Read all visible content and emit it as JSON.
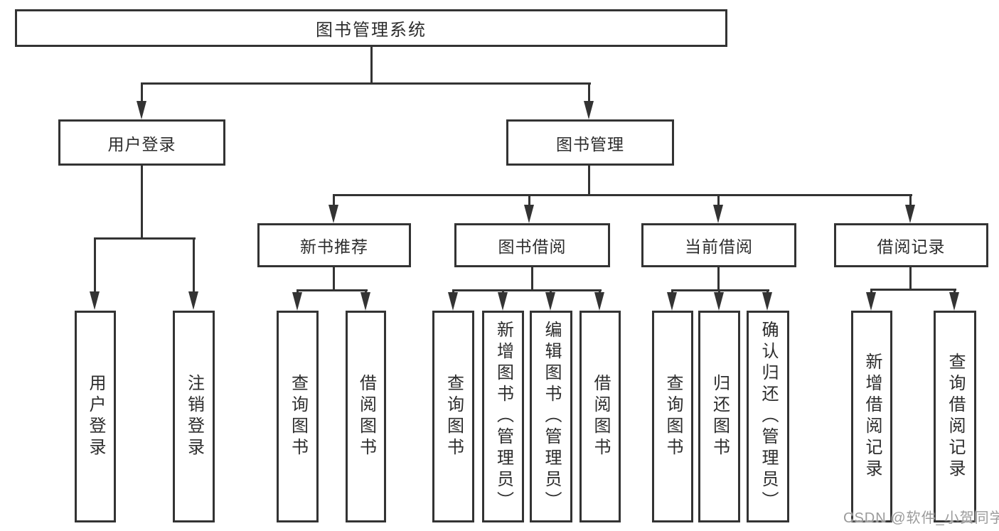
{
  "nodes": {
    "root": "图书管理系统",
    "user_login": "用户登录",
    "book_management": "图书管理",
    "new_book_recommend": "新书推荐",
    "book_borrow": "图书借阅",
    "current_borrow": "当前借阅",
    "borrow_records": "借阅记录",
    "leaf_user_login": "用户登录",
    "leaf_logout": "注销登录",
    "leaf_newbooks_query": "查询图书",
    "leaf_newbooks_borrow": "借阅图书",
    "leaf_borrow_query": "查询图书",
    "leaf_borrow_add": "新增图书（管理员）",
    "leaf_borrow_edit": "编辑图书（管理员）",
    "leaf_borrow_borrow": "借阅图书",
    "leaf_current_query": "查询图书",
    "leaf_current_return": "归还图书",
    "leaf_current_confirm": "确认归还（管理员）",
    "leaf_records_add": "新增借阅记录",
    "leaf_records_query": "查询借阅记录"
  },
  "watermark": "CSDN @软件_小贺同学",
  "colors": {
    "line": "#333333",
    "text": "#2d2d2d",
    "watermark": "#9b9b9b",
    "background": "#ffffff"
  }
}
